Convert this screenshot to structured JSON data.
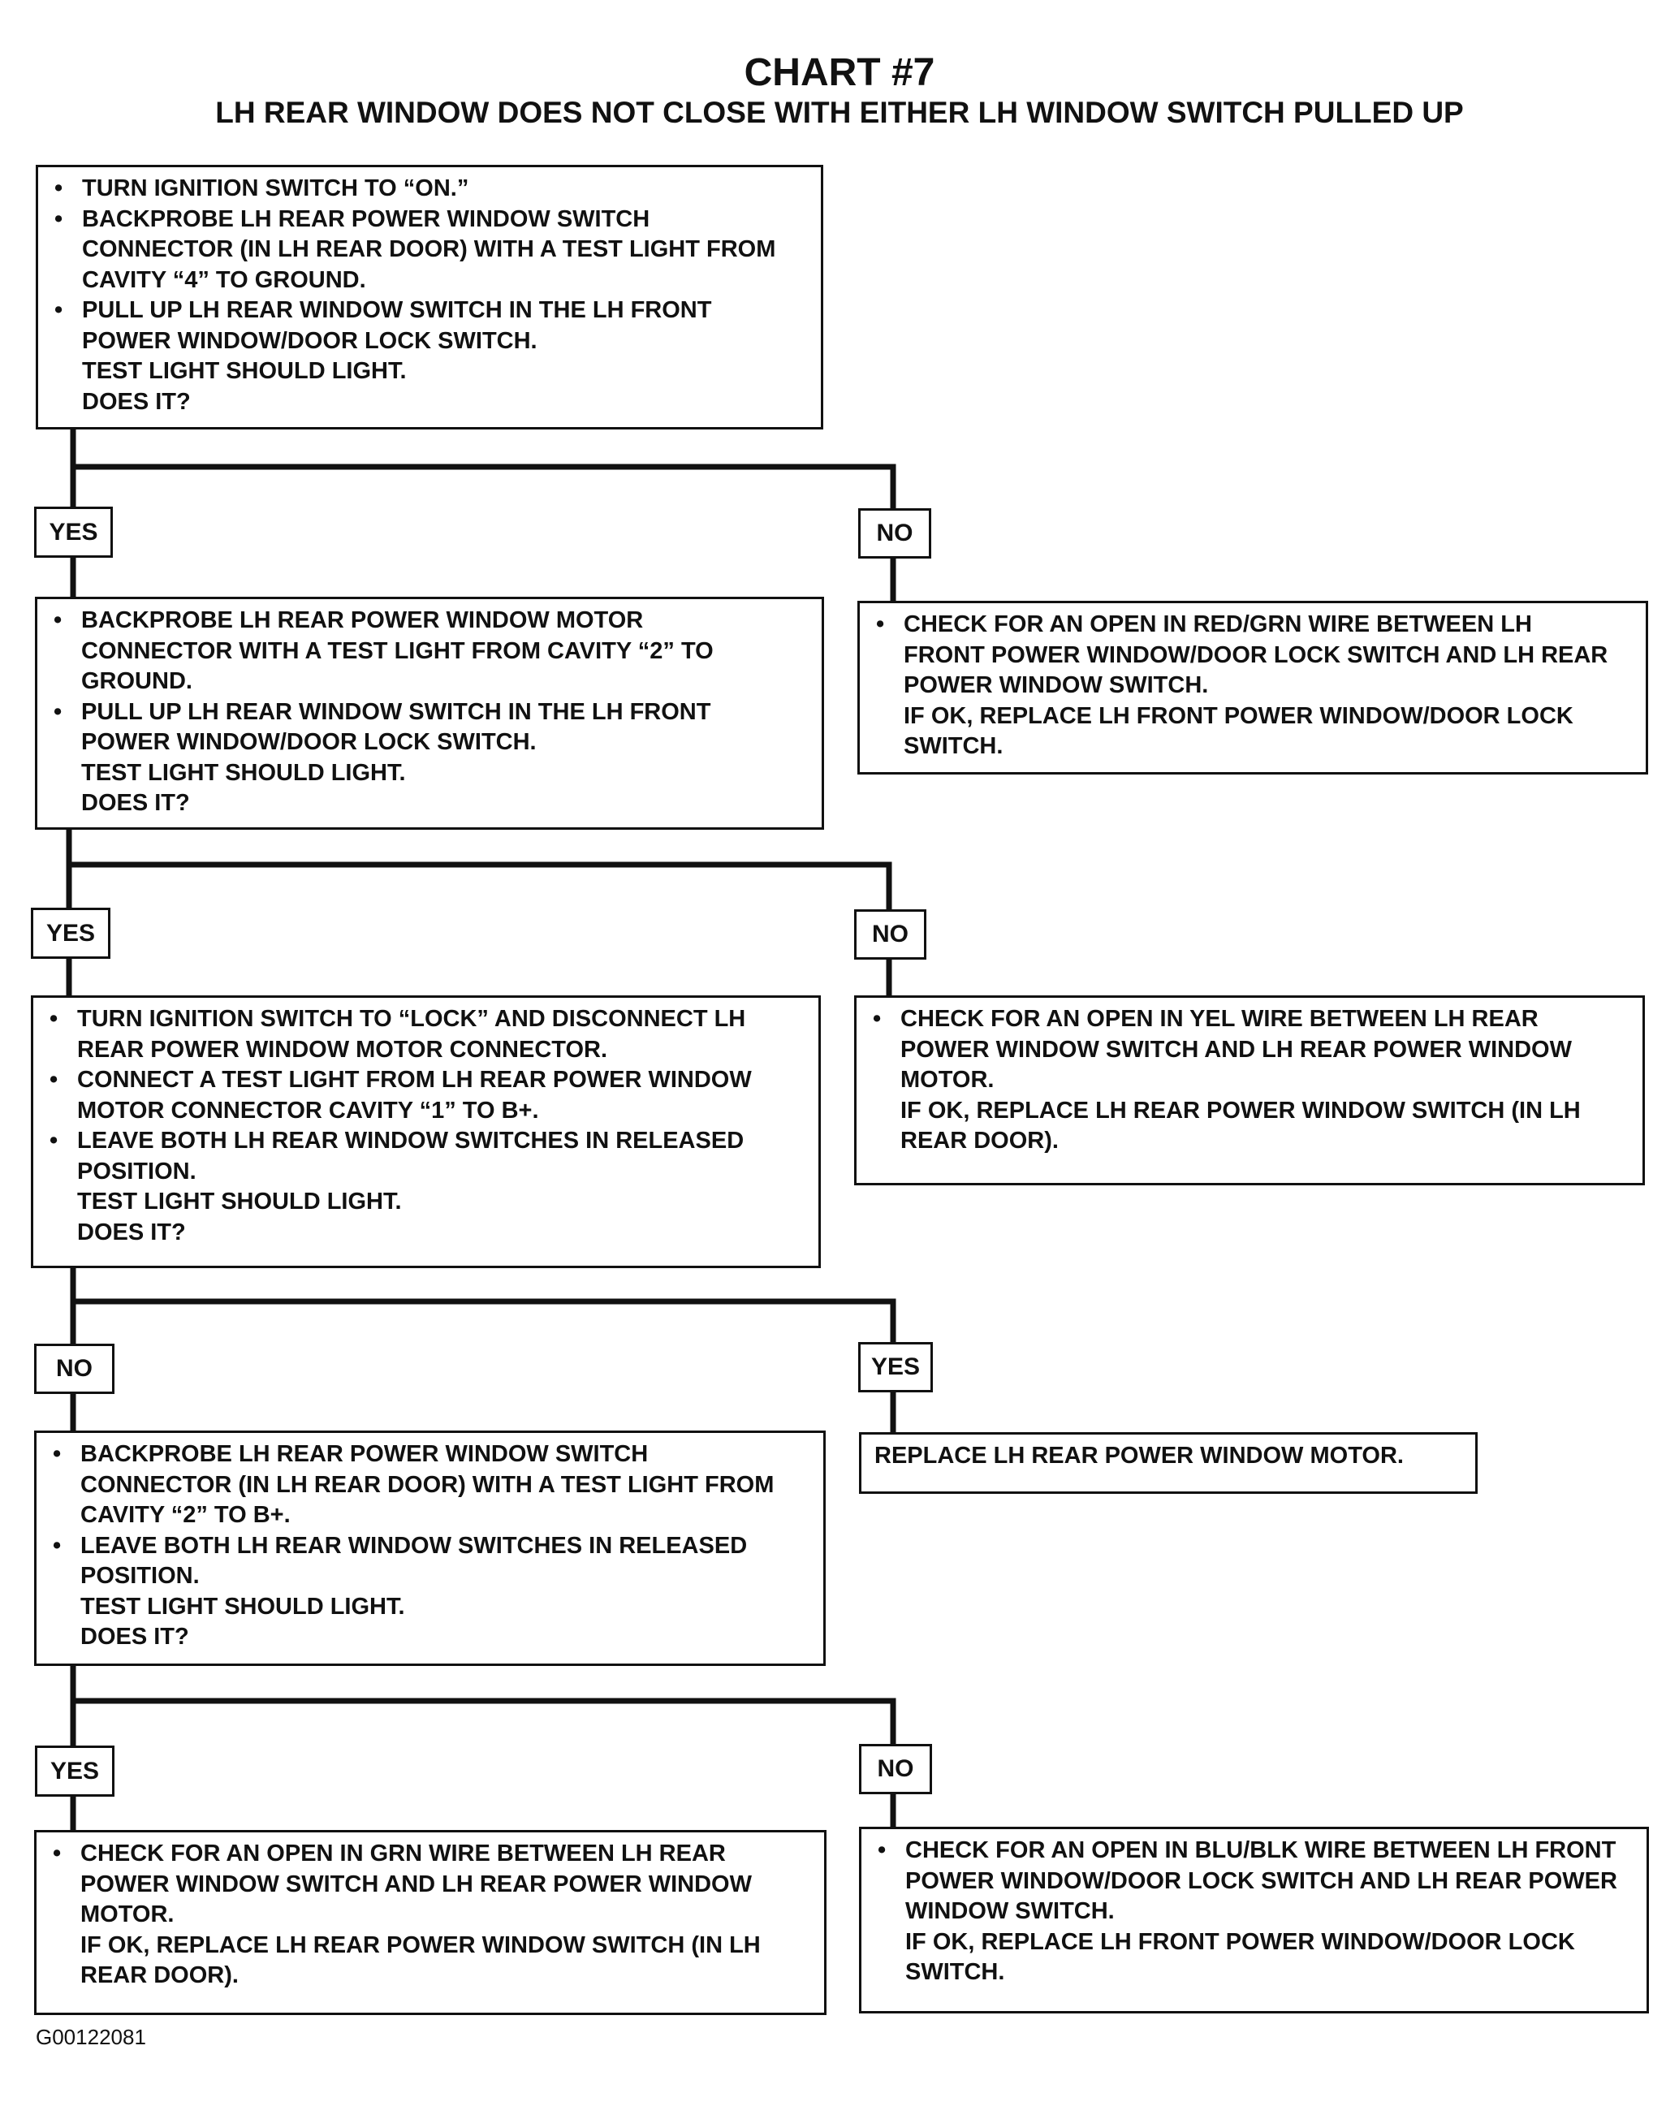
{
  "header": {
    "title": "CHART #7",
    "subtitle": "LH REAR WINDOW DOES NOT CLOSE WITH EITHER LH WINDOW SWITCH PULLED UP"
  },
  "boxes": {
    "step1": {
      "bullets": [
        [
          "TURN IGNITION SWITCH TO “ON.”"
        ],
        [
          "BACKPROBE LH REAR POWER WINDOW SWITCH",
          "CONNECTOR (IN LH REAR DOOR) WITH A TEST LIGHT FROM",
          "CAVITY “4” TO GROUND."
        ],
        [
          "PULL UP LH REAR WINDOW SWITCH IN THE LH FRONT",
          "POWER WINDOW/DOOR LOCK SWITCH."
        ]
      ],
      "notes": [
        "TEST LIGHT SHOULD LIGHT.",
        "DOES IT?"
      ]
    },
    "step1_no": {
      "bullets": [
        [
          "CHECK FOR AN OPEN IN RED/GRN WIRE BETWEEN LH",
          "FRONT POWER WINDOW/DOOR LOCK SWITCH AND LH REAR",
          "POWER WINDOW SWITCH."
        ]
      ],
      "notes": [
        "IF OK, REPLACE LH FRONT POWER WINDOW/DOOR LOCK",
        "SWITCH."
      ]
    },
    "step2": {
      "bullets": [
        [
          "BACKPROBE LH REAR POWER WINDOW MOTOR",
          "CONNECTOR WITH A TEST LIGHT FROM CAVITY “2” TO",
          "GROUND."
        ],
        [
          "PULL UP LH REAR WINDOW SWITCH IN THE LH FRONT",
          "POWER WINDOW/DOOR LOCK SWITCH."
        ]
      ],
      "notes": [
        "TEST LIGHT SHOULD LIGHT.",
        "DOES IT?"
      ]
    },
    "step2_no": {
      "bullets": [
        [
          "CHECK FOR AN OPEN IN YEL WIRE BETWEEN LH REAR",
          "POWER WINDOW SWITCH AND LH REAR POWER WINDOW",
          "MOTOR."
        ]
      ],
      "notes": [
        "IF OK, REPLACE LH REAR POWER WINDOW SWITCH (IN LH",
        "REAR DOOR)."
      ]
    },
    "step3": {
      "bullets": [
        [
          "TURN IGNITION SWITCH TO “LOCK” AND DISCONNECT LH",
          "REAR POWER WINDOW MOTOR CONNECTOR."
        ],
        [
          "CONNECT A TEST LIGHT FROM LH REAR POWER WINDOW",
          "MOTOR CONNECTOR CAVITY “1” TO B+."
        ],
        [
          "LEAVE BOTH LH REAR WINDOW SWITCHES IN RELEASED",
          "POSITION."
        ]
      ],
      "notes": [
        "TEST LIGHT SHOULD LIGHT.",
        "DOES IT?"
      ]
    },
    "step3_yes": {
      "bullets": [],
      "notes": [
        "REPLACE LH REAR POWER WINDOW MOTOR."
      ]
    },
    "step4": {
      "bullets": [
        [
          "BACKPROBE LH REAR POWER WINDOW SWITCH",
          "CONNECTOR (IN LH REAR DOOR) WITH A TEST LIGHT FROM",
          "CAVITY “2” TO B+."
        ],
        [
          "LEAVE BOTH LH REAR WINDOW SWITCHES IN RELEASED",
          "POSITION."
        ]
      ],
      "notes": [
        "TEST LIGHT SHOULD LIGHT.",
        "DOES IT?"
      ]
    },
    "step4_yes": {
      "bullets": [
        [
          "CHECK FOR AN OPEN IN GRN WIRE BETWEEN LH REAR",
          "POWER WINDOW SWITCH AND LH REAR POWER WINDOW",
          "MOTOR."
        ]
      ],
      "notes": [
        "IF OK, REPLACE LH REAR POWER WINDOW SWITCH (IN LH",
        "REAR DOOR)."
      ]
    },
    "step4_no": {
      "bullets": [
        [
          "CHECK FOR AN OPEN IN BLU/BLK WIRE BETWEEN LH FRONT",
          "POWER WINDOW/DOOR LOCK SWITCH AND LH REAR POWER",
          "WINDOW SWITCH."
        ]
      ],
      "notes": [
        "IF OK, REPLACE LH FRONT POWER WINDOW/DOOR LOCK",
        "SWITCH."
      ]
    }
  },
  "labels": {
    "l1_left": "YES",
    "l1_right": "NO",
    "l2_left": "YES",
    "l2_right": "NO",
    "l3_left": "NO",
    "l3_right": "YES",
    "l4_left": "YES",
    "l4_right": "NO"
  },
  "footer": {
    "code": "G00122081"
  }
}
